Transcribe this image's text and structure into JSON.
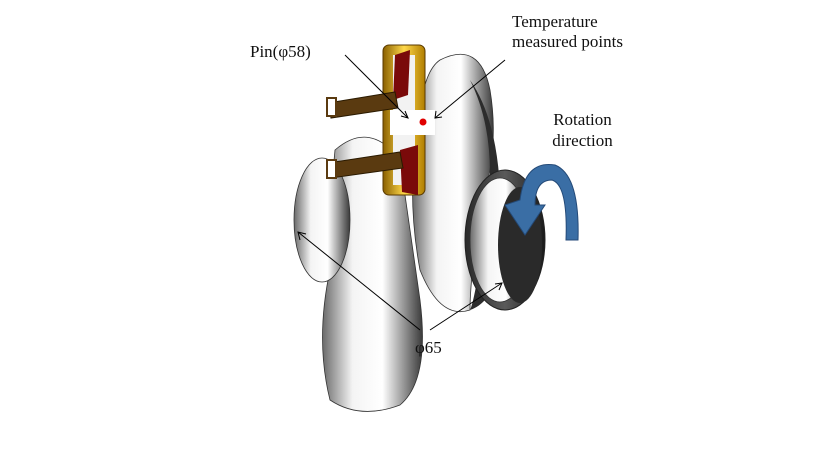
{
  "labels": {
    "pin": "Pin(φ58)",
    "temperature_line1": "Temperature",
    "temperature_line2": "measured points",
    "rotation_line1": "Rotation",
    "rotation_line2": "direction",
    "journal": "φ65"
  },
  "colors": {
    "arrow": "#3a6ea5",
    "measure_point": "#e00000",
    "gold": "#d9a400",
    "brown": "#5a3a10",
    "dark_red": "#7a0a0a"
  }
}
